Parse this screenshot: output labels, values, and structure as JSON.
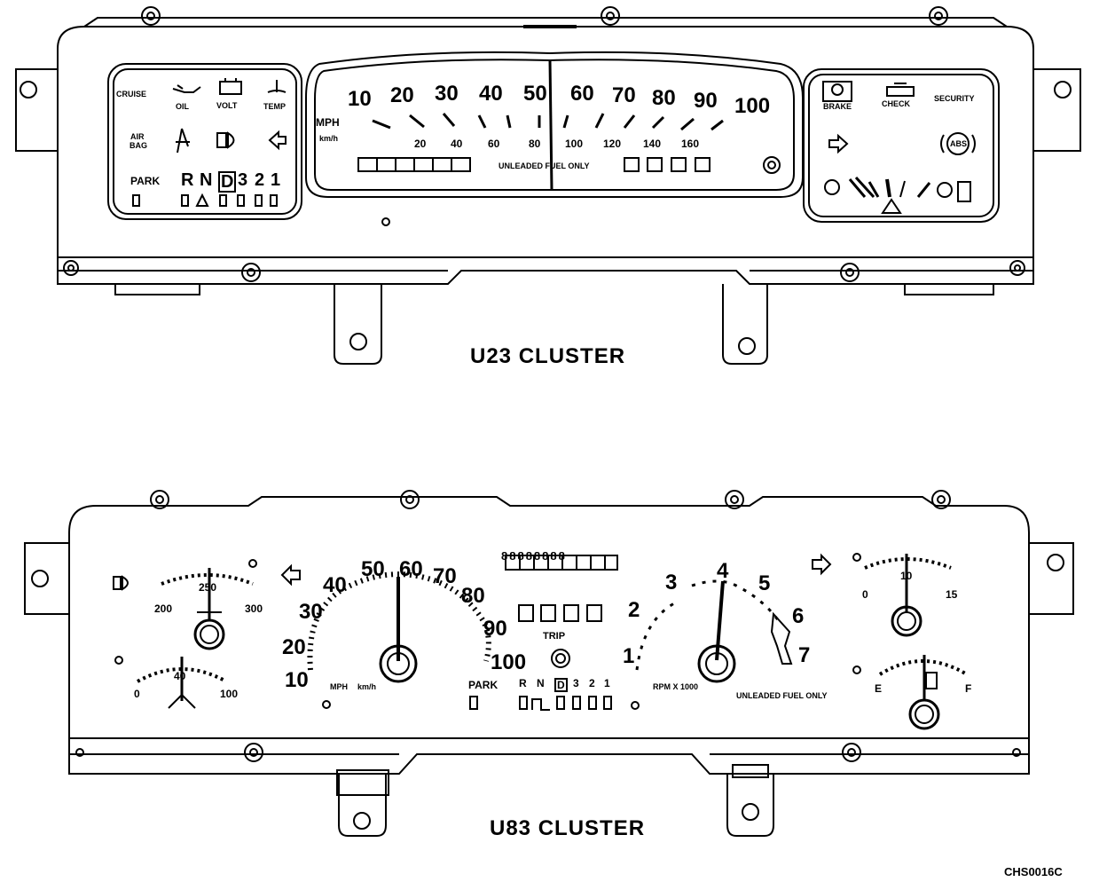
{
  "u23": {
    "caption": "U23 CLUSTER",
    "left_panel": {
      "cruise": "CRUISE",
      "oil": "OIL",
      "volt": "VOLT",
      "temp": "TEMP",
      "air_bag": [
        "AIR",
        "BAG"
      ],
      "park": "PARK",
      "gears": [
        "R",
        "N",
        "D",
        "3",
        "2",
        "1"
      ]
    },
    "speedometer": {
      "mph_values": [
        "10",
        "20",
        "30",
        "40",
        "50",
        "60",
        "70",
        "80",
        "90",
        "100"
      ],
      "mph_label": "MPH",
      "kmh_label": "km/h",
      "kmh_values": [
        "20",
        "40",
        "60",
        "80",
        "100",
        "120",
        "140",
        "160"
      ],
      "fuel_note": "UNLEADED FUEL ONLY"
    },
    "right_panel": {
      "brake": "BRAKE",
      "check": "CHECK",
      "security": "SECURITY",
      "abs": "ABS"
    }
  },
  "u83": {
    "caption": "U83 CLUSTER",
    "odometer_digits": "88888888",
    "trip_label": "TRIP",
    "oil_pressure": {
      "min": "200",
      "mid": "250",
      "max": "300"
    },
    "voltage": {
      "min": "0",
      "mid": "40",
      "max": "100"
    },
    "speed_values": [
      "10",
      "20",
      "30",
      "40",
      "50",
      "60",
      "70",
      "80",
      "90",
      "100"
    ],
    "speed_units": [
      "MPH",
      "km/h"
    ],
    "park": "PARK",
    "gears": [
      "R",
      "N",
      "D",
      "3",
      "2",
      "1"
    ],
    "tach_values": [
      "1",
      "2",
      "3",
      "4",
      "5",
      "6",
      "7"
    ],
    "tach_label": "RPM X 1000",
    "fuel_note": "UNLEADED FUEL ONLY",
    "temp_gauge": {
      "min": "0",
      "mid": "10",
      "max": "15"
    },
    "fuel_gauge": {
      "empty": "E",
      "full": "F"
    }
  },
  "figure_code": "CHS0016C"
}
